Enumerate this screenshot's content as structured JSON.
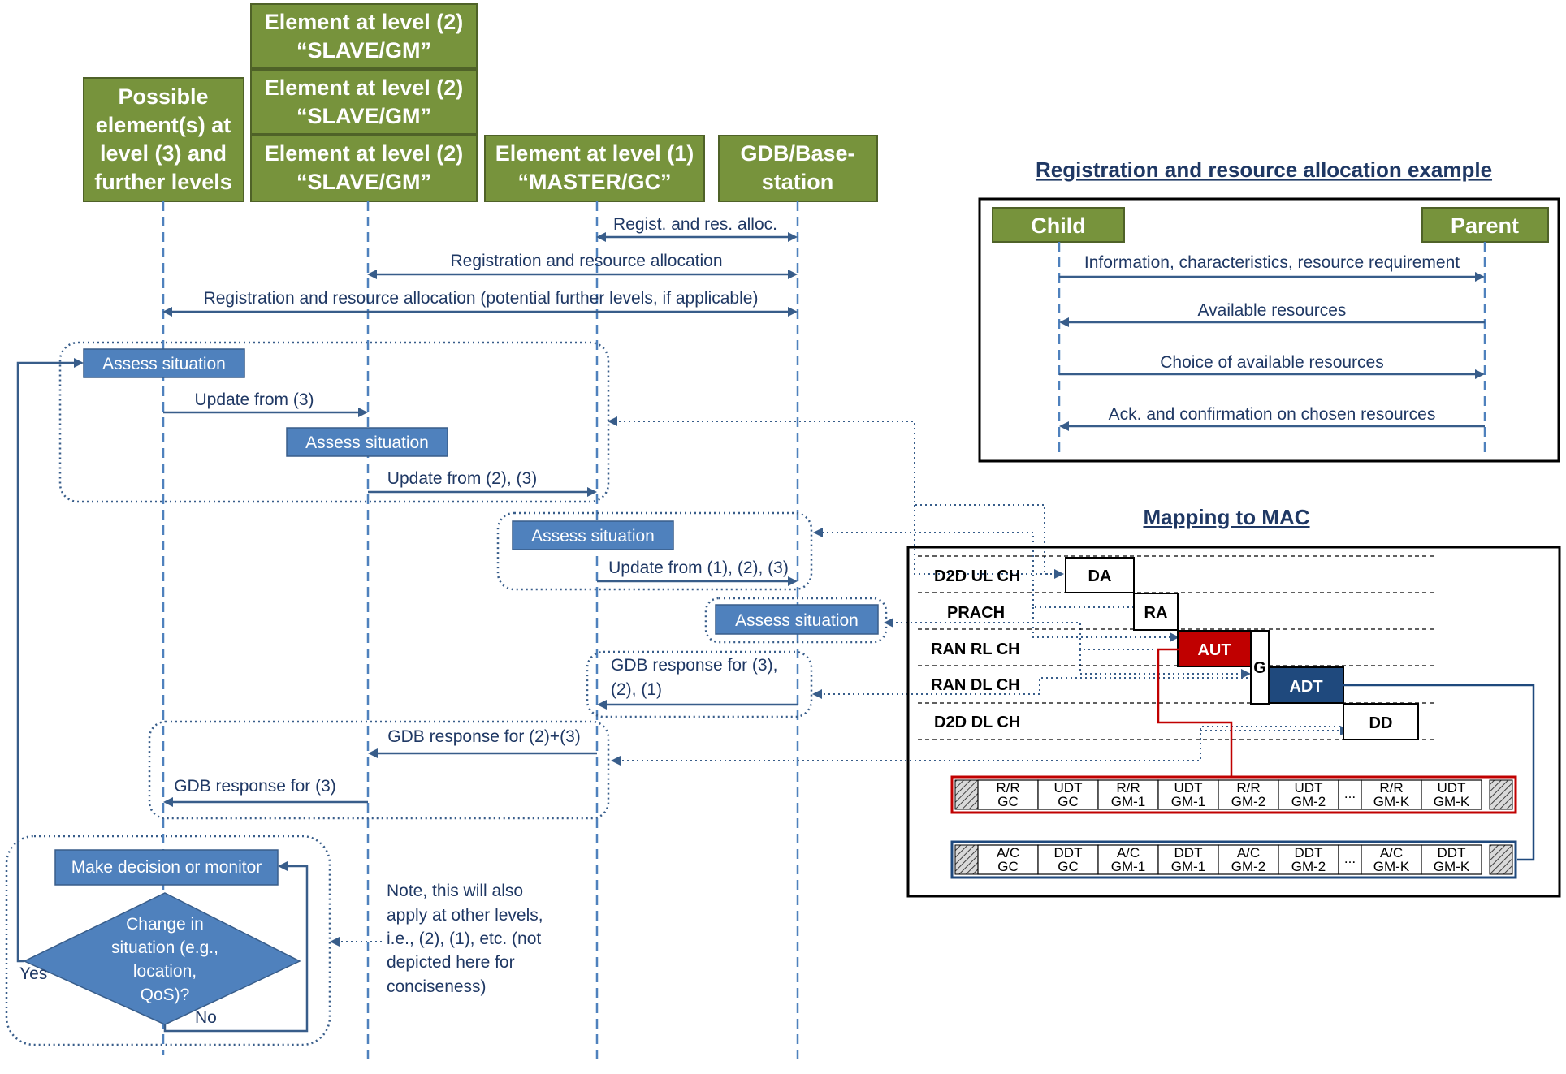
{
  "columns": {
    "level3": [
      "Possible",
      "element(s) at",
      "level (3) and",
      "further levels"
    ],
    "level2": [
      "Element at level (2)",
      "“SLAVE/GM”"
    ],
    "level1": [
      "Element at level (1)",
      "“MASTER/GC”"
    ],
    "gdb": [
      "GDB/Base-",
      "station"
    ]
  },
  "messages": {
    "regist_res_alloc": "Regist. and res. alloc.",
    "reg_res_allocation": "Registration and resource allocation",
    "reg_res_allocation_further": "Registration and resource allocation (potential further levels, if applicable)",
    "update_from_3": "Update from (3)",
    "update_from_2_3": "Update from (2), (3)",
    "update_from_1_2_3": "Update from (1), (2), (3)",
    "gdb_response_321": [
      "GDB response for (3),",
      "(2), (1)"
    ],
    "gdb_response_23": "GDB response for (2)+(3)",
    "gdb_response_3": "GDB response for (3)"
  },
  "actions": {
    "assess": "Assess situation",
    "decide": "Make decision or monitor",
    "change": [
      "Change in",
      "situation (e.g.,",
      "location,",
      "QoS)?"
    ],
    "yes": "Yes",
    "no": "No"
  },
  "note": [
    "Note, this will also",
    "apply at other levels,",
    "i.e., (2), (1), etc. (not",
    "depicted here for",
    "conciseness)"
  ],
  "example": {
    "title": "Registration and resource allocation example",
    "child": "Child",
    "parent": "Parent",
    "msgs": [
      "Information, characteristics, resource requirement",
      "Available resources",
      "Choice of available resources",
      "Ack. and confirmation on chosen resources"
    ]
  },
  "mac": {
    "title": "Mapping to MAC",
    "channels": [
      "D2D UL CH",
      "PRACH",
      "RAN RL CH",
      "RAN DL CH",
      "D2D DL CH"
    ],
    "blocks": {
      "da": "DA",
      "ra": "RA",
      "aut": "AUT",
      "g": "G",
      "adt": "ADT",
      "dd": "DD"
    },
    "row1": [
      [
        "R/R",
        "GC"
      ],
      [
        "UDT",
        "GC"
      ],
      [
        "R/R",
        "GM-1"
      ],
      [
        "UDT",
        "GM-1"
      ],
      [
        "R/R",
        "GM-2"
      ],
      [
        "UDT",
        "GM-2"
      ],
      [
        "..."
      ],
      [
        "R/R",
        "GM-K"
      ],
      [
        "UDT",
        "GM-K"
      ]
    ],
    "row2": [
      [
        "A/C",
        "GC"
      ],
      [
        "DDT",
        "GC"
      ],
      [
        "A/C",
        "GM-1"
      ],
      [
        "DDT",
        "GM-1"
      ],
      [
        "A/C",
        "GM-2"
      ],
      [
        "DDT",
        "GM-2"
      ],
      [
        "..."
      ],
      [
        "A/C",
        "GM-K"
      ],
      [
        "DDT",
        "GM-K"
      ]
    ]
  },
  "colors": {
    "green": "#77933c",
    "blue": "#4f81bd",
    "navy": "#1f3864",
    "aut_red": "#c00000",
    "adt_navy": "#1f497d"
  }
}
